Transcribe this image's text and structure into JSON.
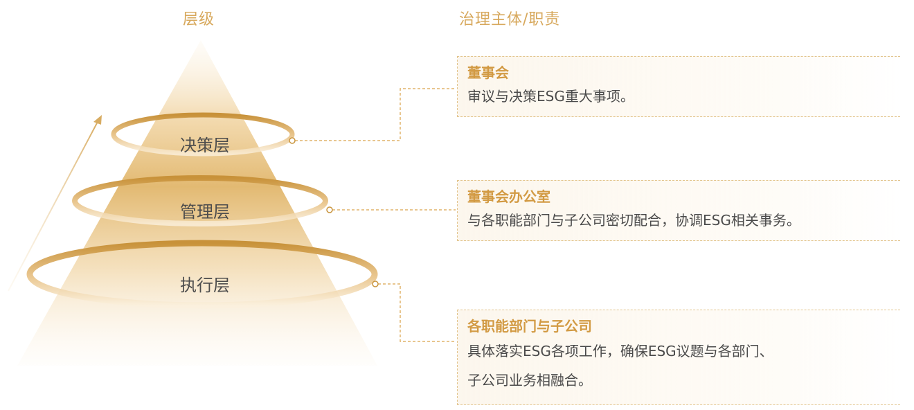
{
  "headers": {
    "level": "层级",
    "body": "治理主体/职责"
  },
  "levels": [
    {
      "label": "决策层"
    },
    {
      "label": "管理层"
    },
    {
      "label": "执行层"
    }
  ],
  "cards": [
    {
      "title": "董事会",
      "desc": [
        "审议与决策ESG重大事项。"
      ]
    },
    {
      "title": "董事会办公室",
      "desc": [
        "与各职能部门与子公司密切配合，协调ESG相关事务。"
      ]
    },
    {
      "title": "各职能部门与子公司",
      "desc": [
        "具体落实ESG各项工作，确保ESG议题与各部门、",
        "子公司业务相融合。"
      ]
    }
  ],
  "colors": {
    "accent": "#d29a43",
    "header": "#d7a85c",
    "ring": "#c9953e",
    "text": "#4a4a4a"
  }
}
